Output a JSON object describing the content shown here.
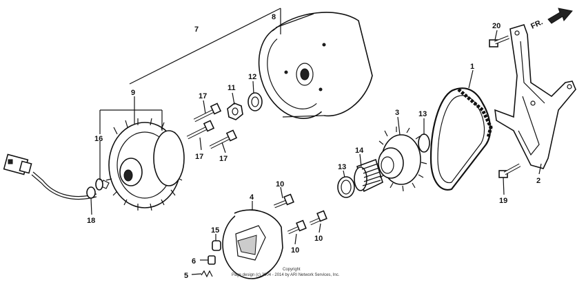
{
  "direction_marker": {
    "text": "FR."
  },
  "copyright": {
    "line1": "Copyright",
    "line2": "Page design (c) 2004 - 2014 by ARI Network Services, Inc."
  },
  "parts": [
    {
      "id": "1",
      "label": "1"
    },
    {
      "id": "2",
      "label": "2"
    },
    {
      "id": "3",
      "label": "3"
    },
    {
      "id": "4",
      "label": "4"
    },
    {
      "id": "5",
      "label": "5"
    },
    {
      "id": "6",
      "label": "6"
    },
    {
      "id": "7",
      "label": "7"
    },
    {
      "id": "8",
      "label": "8"
    },
    {
      "id": "9",
      "label": "9"
    },
    {
      "id": "10a",
      "label": "10"
    },
    {
      "id": "10b",
      "label": "10"
    },
    {
      "id": "10c",
      "label": "10"
    },
    {
      "id": "11",
      "label": "11"
    },
    {
      "id": "12",
      "label": "12"
    },
    {
      "id": "13a",
      "label": "13"
    },
    {
      "id": "13b",
      "label": "13"
    },
    {
      "id": "14",
      "label": "14"
    },
    {
      "id": "15",
      "label": "15"
    },
    {
      "id": "16",
      "label": "16"
    },
    {
      "id": "17a",
      "label": "17"
    },
    {
      "id": "17b",
      "label": "17"
    },
    {
      "id": "17c",
      "label": "17"
    },
    {
      "id": "18",
      "label": "18"
    },
    {
      "id": "19",
      "label": "19"
    },
    {
      "id": "20",
      "label": "20"
    }
  ]
}
